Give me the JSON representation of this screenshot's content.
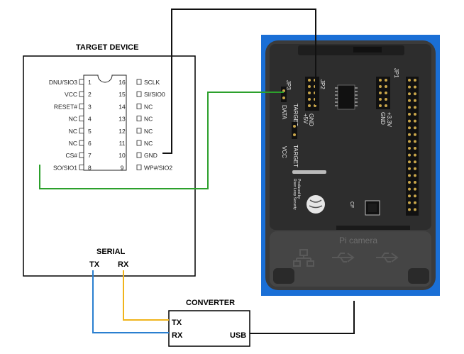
{
  "target_device": {
    "title": "TARGET DEVICE",
    "left_pins": [
      {
        "name": "DNU/SIO3",
        "num": "1"
      },
      {
        "name": "VCC",
        "num": "2"
      },
      {
        "name": "RESET#",
        "num": "3"
      },
      {
        "name": "NC",
        "num": "4"
      },
      {
        "name": "NC",
        "num": "5"
      },
      {
        "name": "NC",
        "num": "6"
      },
      {
        "name": "CS#",
        "num": "7"
      },
      {
        "name": "SO/SIO1",
        "num": "8"
      }
    ],
    "right_pins": [
      {
        "name": "SCLK",
        "num": "16"
      },
      {
        "name": "SI/SIO0",
        "num": "15"
      },
      {
        "name": "NC",
        "num": "14"
      },
      {
        "name": "NC",
        "num": "13"
      },
      {
        "name": "NC",
        "num": "12"
      },
      {
        "name": "NC",
        "num": "11"
      },
      {
        "name": "GND",
        "num": "10"
      },
      {
        "name": "WP#/SIO2",
        "num": "9"
      }
    ],
    "serial_label": "SERIAL",
    "tx_label": "TX",
    "rx_label": "RX"
  },
  "converter": {
    "title": "CONVERTER",
    "tx_label": "TX",
    "rx_label": "RX",
    "usb_label": "USB"
  },
  "board": {
    "jp2": "JP2",
    "jp3": "JP3",
    "jp1": "JP1",
    "gnd_top": "GND",
    "plus5v": "+5V",
    "gnd_right": "GND",
    "plus33v": "+3.3V",
    "data_label": "DATA",
    "target_label": "TARGET",
    "vcc_label": "VCC",
    "target2_label": "TARGET",
    "producer": "Produced by",
    "maker": "River Loop Security",
    "cf_mark": "CF",
    "case_label": "Pi camera"
  },
  "colors": {
    "black_wire": "#111111",
    "green_wire": "#2ca02c",
    "blue_wire": "#2a7fd0",
    "orange_wire": "#f0b41c",
    "photo_bg": "#1a6fd6",
    "case": "#3a3a3a",
    "pcb": "#2a2a2a"
  }
}
